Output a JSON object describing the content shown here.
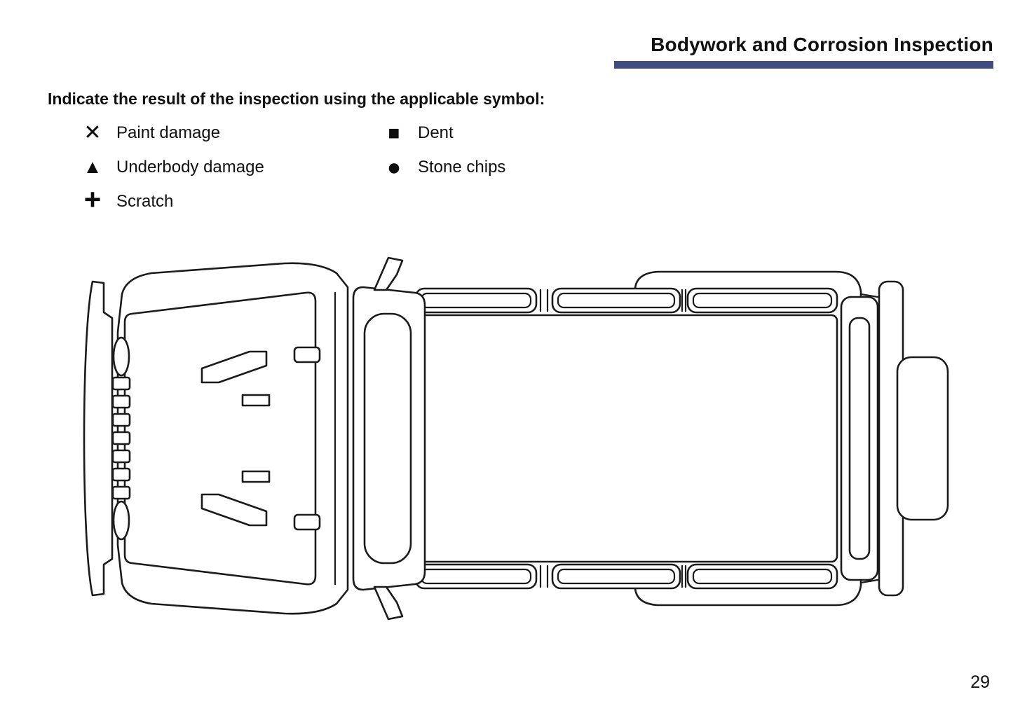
{
  "page": {
    "title": "Bodywork and Corrosion Inspection",
    "title_underline_color": "#414d7e",
    "instruction": "Indicate the result of the inspection using the applicable symbol:",
    "page_number": "29"
  },
  "legend": {
    "columns": [
      {
        "items": [
          {
            "icon": "x-mark-icon",
            "glyph": "✕",
            "label": "Paint damage"
          },
          {
            "icon": "triangle-icon",
            "glyph": "▲",
            "label": "Underbody damage"
          },
          {
            "icon": "plus-icon",
            "glyph": "+",
            "label": "Scratch"
          }
        ]
      },
      {
        "items": [
          {
            "icon": "filled-square-icon",
            "glyph": "■",
            "label": "Dent"
          },
          {
            "icon": "filled-circle-icon",
            "glyph": "●",
            "label": "Stone chips"
          }
        ]
      }
    ]
  },
  "diagram": {
    "icon": "vehicle-top-view-diagram"
  }
}
